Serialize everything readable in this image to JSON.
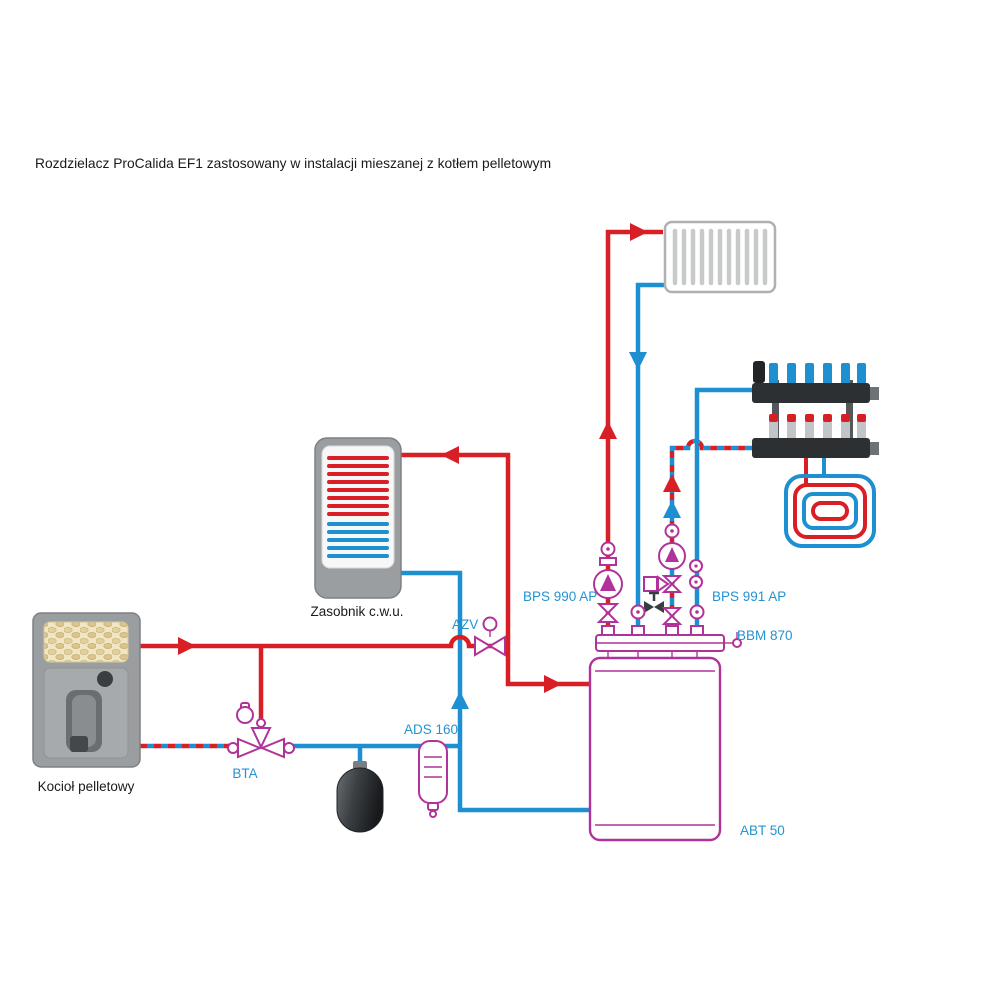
{
  "title": "Rozdzielacz ProCalida EF1 zastosowany w instalacji mieszanej z kotłem pelletowym",
  "labels": {
    "dhw_tank": "Zasobnik c.w.u.",
    "boiler": "Kocioł pelletowy",
    "bta_valve": "BTA",
    "air_separator": "ADS 160",
    "zone_valve": "AZV",
    "pump_group_radiators": "BPS 990 AP",
    "pump_group_mixed": "BPS 991 AP",
    "distribution_beam": "BBM 870",
    "buffer_tank": "ABT 50"
  },
  "colors": {
    "pipe_hot": "#d81f26",
    "pipe_cold": "#1e8fd0",
    "component_outline": "#b03399",
    "label_text": "#2493d1",
    "title_text": "#1a1a1a"
  }
}
